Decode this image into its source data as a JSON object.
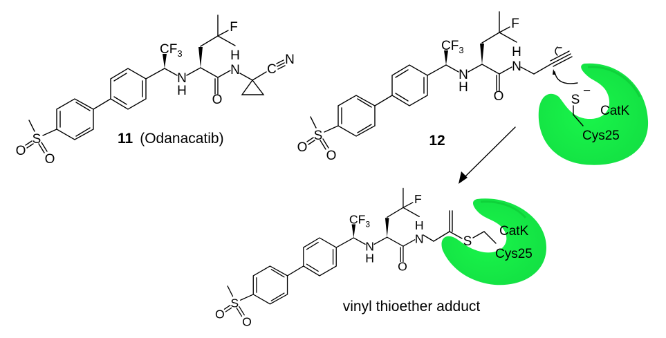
{
  "atoms": {
    "S": "S",
    "O": "O",
    "N": "N",
    "H": "H",
    "F": "F",
    "CF": "CF",
    "three": "3",
    "C": "C"
  },
  "compound_11": {
    "number": "11",
    "name": "(Odanacatib)"
  },
  "compound_12": {
    "number": "12"
  },
  "enzyme": {
    "name": "CatK",
    "residue": "Cys25",
    "thiolate": "S",
    "charge": "−",
    "color": "#19f54a"
  },
  "product": {
    "caption": "vinyl thioether adduct"
  }
}
